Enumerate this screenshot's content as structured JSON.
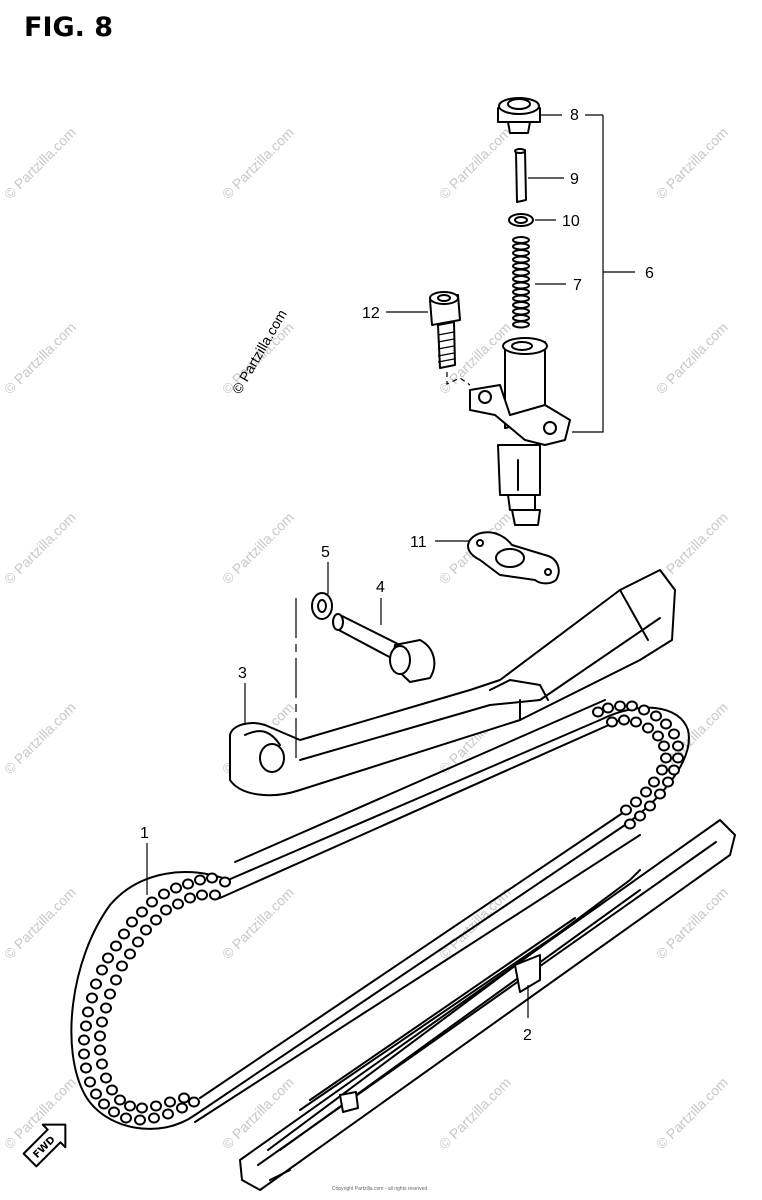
{
  "figure": {
    "title": "FIG. 8"
  },
  "callouts": [
    {
      "num": "1"
    },
    {
      "num": "2"
    },
    {
      "num": "3"
    },
    {
      "num": "4"
    },
    {
      "num": "5"
    },
    {
      "num": "6"
    },
    {
      "num": "7"
    },
    {
      "num": "8"
    },
    {
      "num": "9"
    },
    {
      "num": "10"
    },
    {
      "num": "11"
    },
    {
      "num": "12"
    }
  ],
  "watermark": "© Partzilla.com",
  "direction_label": "FWD",
  "footer_note": "Copyright Partzilla.com - all rights reserved"
}
